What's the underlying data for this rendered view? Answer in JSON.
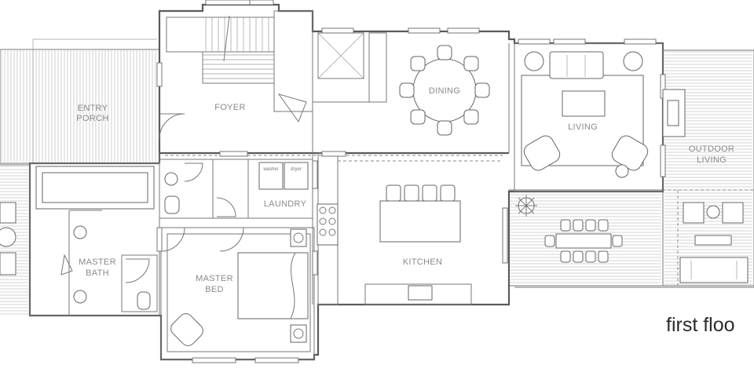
{
  "caption": "first floo",
  "rooms": {
    "entry_porch_line1": "ENTRY",
    "entry_porch_line2": "PORCH",
    "foyer": "FOYER",
    "dining": "DINING",
    "living": "LIVING",
    "outdoor_living_line1": "OUTDOOR",
    "outdoor_living_line2": "LIVING",
    "laundry": "LAUNDRY",
    "kitchen": "KITCHEN",
    "master_bath_line1": "MASTER",
    "master_bath_line2": "BATH",
    "master_bed_line1": "MASTER",
    "master_bed_line2": "BED"
  },
  "appliances": {
    "washer": "washer",
    "dryer": "dryer"
  }
}
